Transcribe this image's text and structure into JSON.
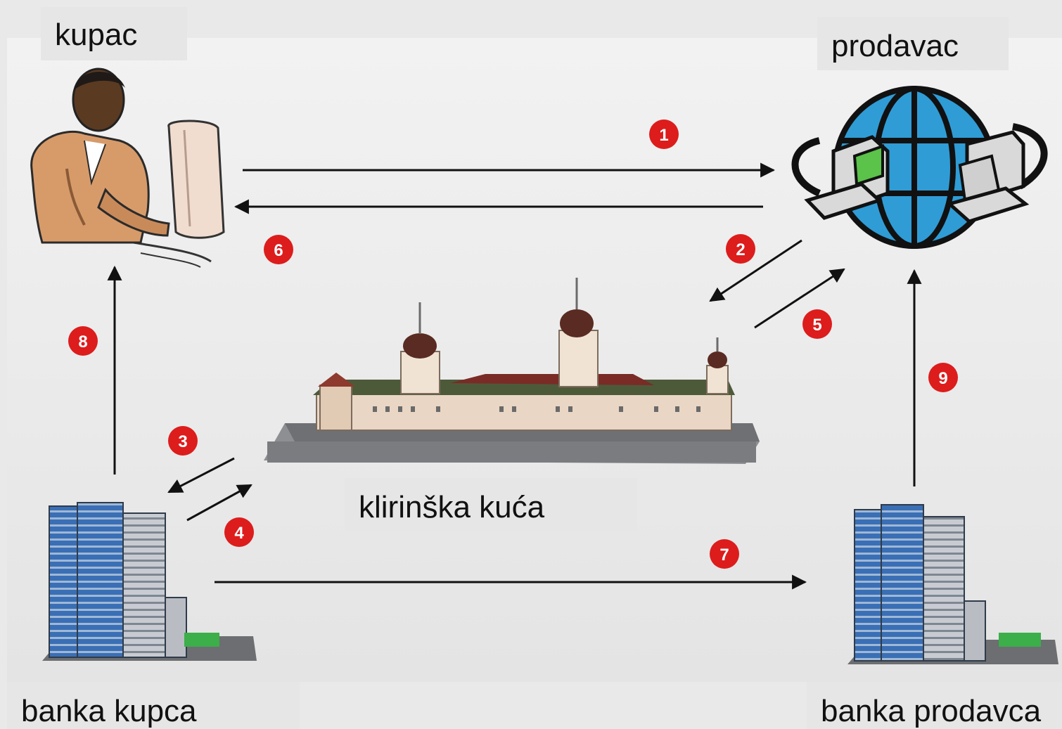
{
  "nodes": {
    "buyer": "kupac",
    "seller": "prodavac",
    "clearing_house": "klirinška kuća",
    "buyer_bank": "banka kupca",
    "seller_bank": "banka prodavca"
  },
  "steps": [
    "1",
    "2",
    "3",
    "4",
    "5",
    "6",
    "7",
    "8",
    "9"
  ],
  "colors": {
    "step_badge": "#dd1c1c",
    "arrow": "#111111",
    "label_background": "#e6e6e6",
    "building_glass": "#3a6fb5",
    "globe": "#2f9cd6"
  }
}
